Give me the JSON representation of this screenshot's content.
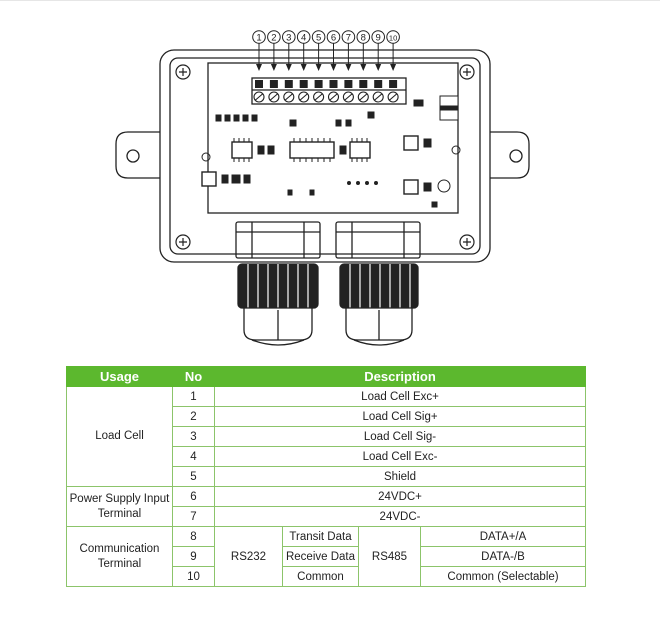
{
  "colors": {
    "header_green": "#5cb82e",
    "border_green": "#8cc46a",
    "line_dark": "#222222"
  },
  "diagram": {
    "terminal_numbers": [
      "1",
      "2",
      "3",
      "4",
      "5",
      "6",
      "7",
      "8",
      "9",
      "10"
    ]
  },
  "table": {
    "headers": {
      "usage": "Usage",
      "no": "No",
      "description": "Description"
    },
    "load_cell": {
      "usage": "Load Cell",
      "rows": [
        {
          "no": "1",
          "desc": "Load Cell Exc+"
        },
        {
          "no": "2",
          "desc": "Load Cell Sig+"
        },
        {
          "no": "3",
          "desc": "Load Cell Sig-"
        },
        {
          "no": "4",
          "desc": "Load Cell Exc-"
        },
        {
          "no": "5",
          "desc": "Shield"
        }
      ]
    },
    "power": {
      "usage": "Power Supply Input Terminal",
      "rows": [
        {
          "no": "6",
          "desc": "24VDC+"
        },
        {
          "no": "7",
          "desc": "24VDC-"
        }
      ]
    },
    "comm": {
      "usage": "Communication Terminal",
      "rs232": "RS232",
      "rs485": "RS485",
      "rows": [
        {
          "no": "8",
          "rs232_desc": "Transit Data",
          "rs485_desc": "DATA+/A"
        },
        {
          "no": "9",
          "rs232_desc": "Receive Data",
          "rs485_desc": "DATA-/B"
        },
        {
          "no": "10",
          "rs232_desc": "Common",
          "rs485_desc": "Common (Selectable)"
        }
      ]
    }
  }
}
